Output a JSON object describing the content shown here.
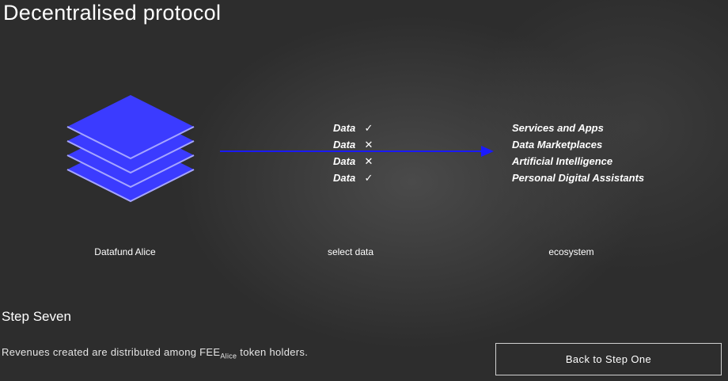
{
  "title": "Decentralised protocol",
  "select_items": [
    {
      "label": "Data",
      "mark": "✓"
    },
    {
      "label": "Data",
      "mark": "✕"
    },
    {
      "label": "Data",
      "mark": "✕"
    },
    {
      "label": "Data",
      "mark": "✓"
    }
  ],
  "ecosystem_items": [
    "Services and Apps",
    "Data Marketplaces",
    "Artificial Intelligence",
    "Personal Digital Assistants"
  ],
  "captions": {
    "alice": "Datafund Alice",
    "select": "select data",
    "ecosystem": "ecosystem"
  },
  "step": {
    "title": "Step Seven",
    "desc_before": "Revenues created are distributed among FEE",
    "desc_sub": "Alice",
    "desc_after": " token holders."
  },
  "back_button": "Back to Step One",
  "colors": {
    "layer": "#3b3bff",
    "layer_edge": "#9a9aff",
    "arrow": "#1a1aff"
  }
}
